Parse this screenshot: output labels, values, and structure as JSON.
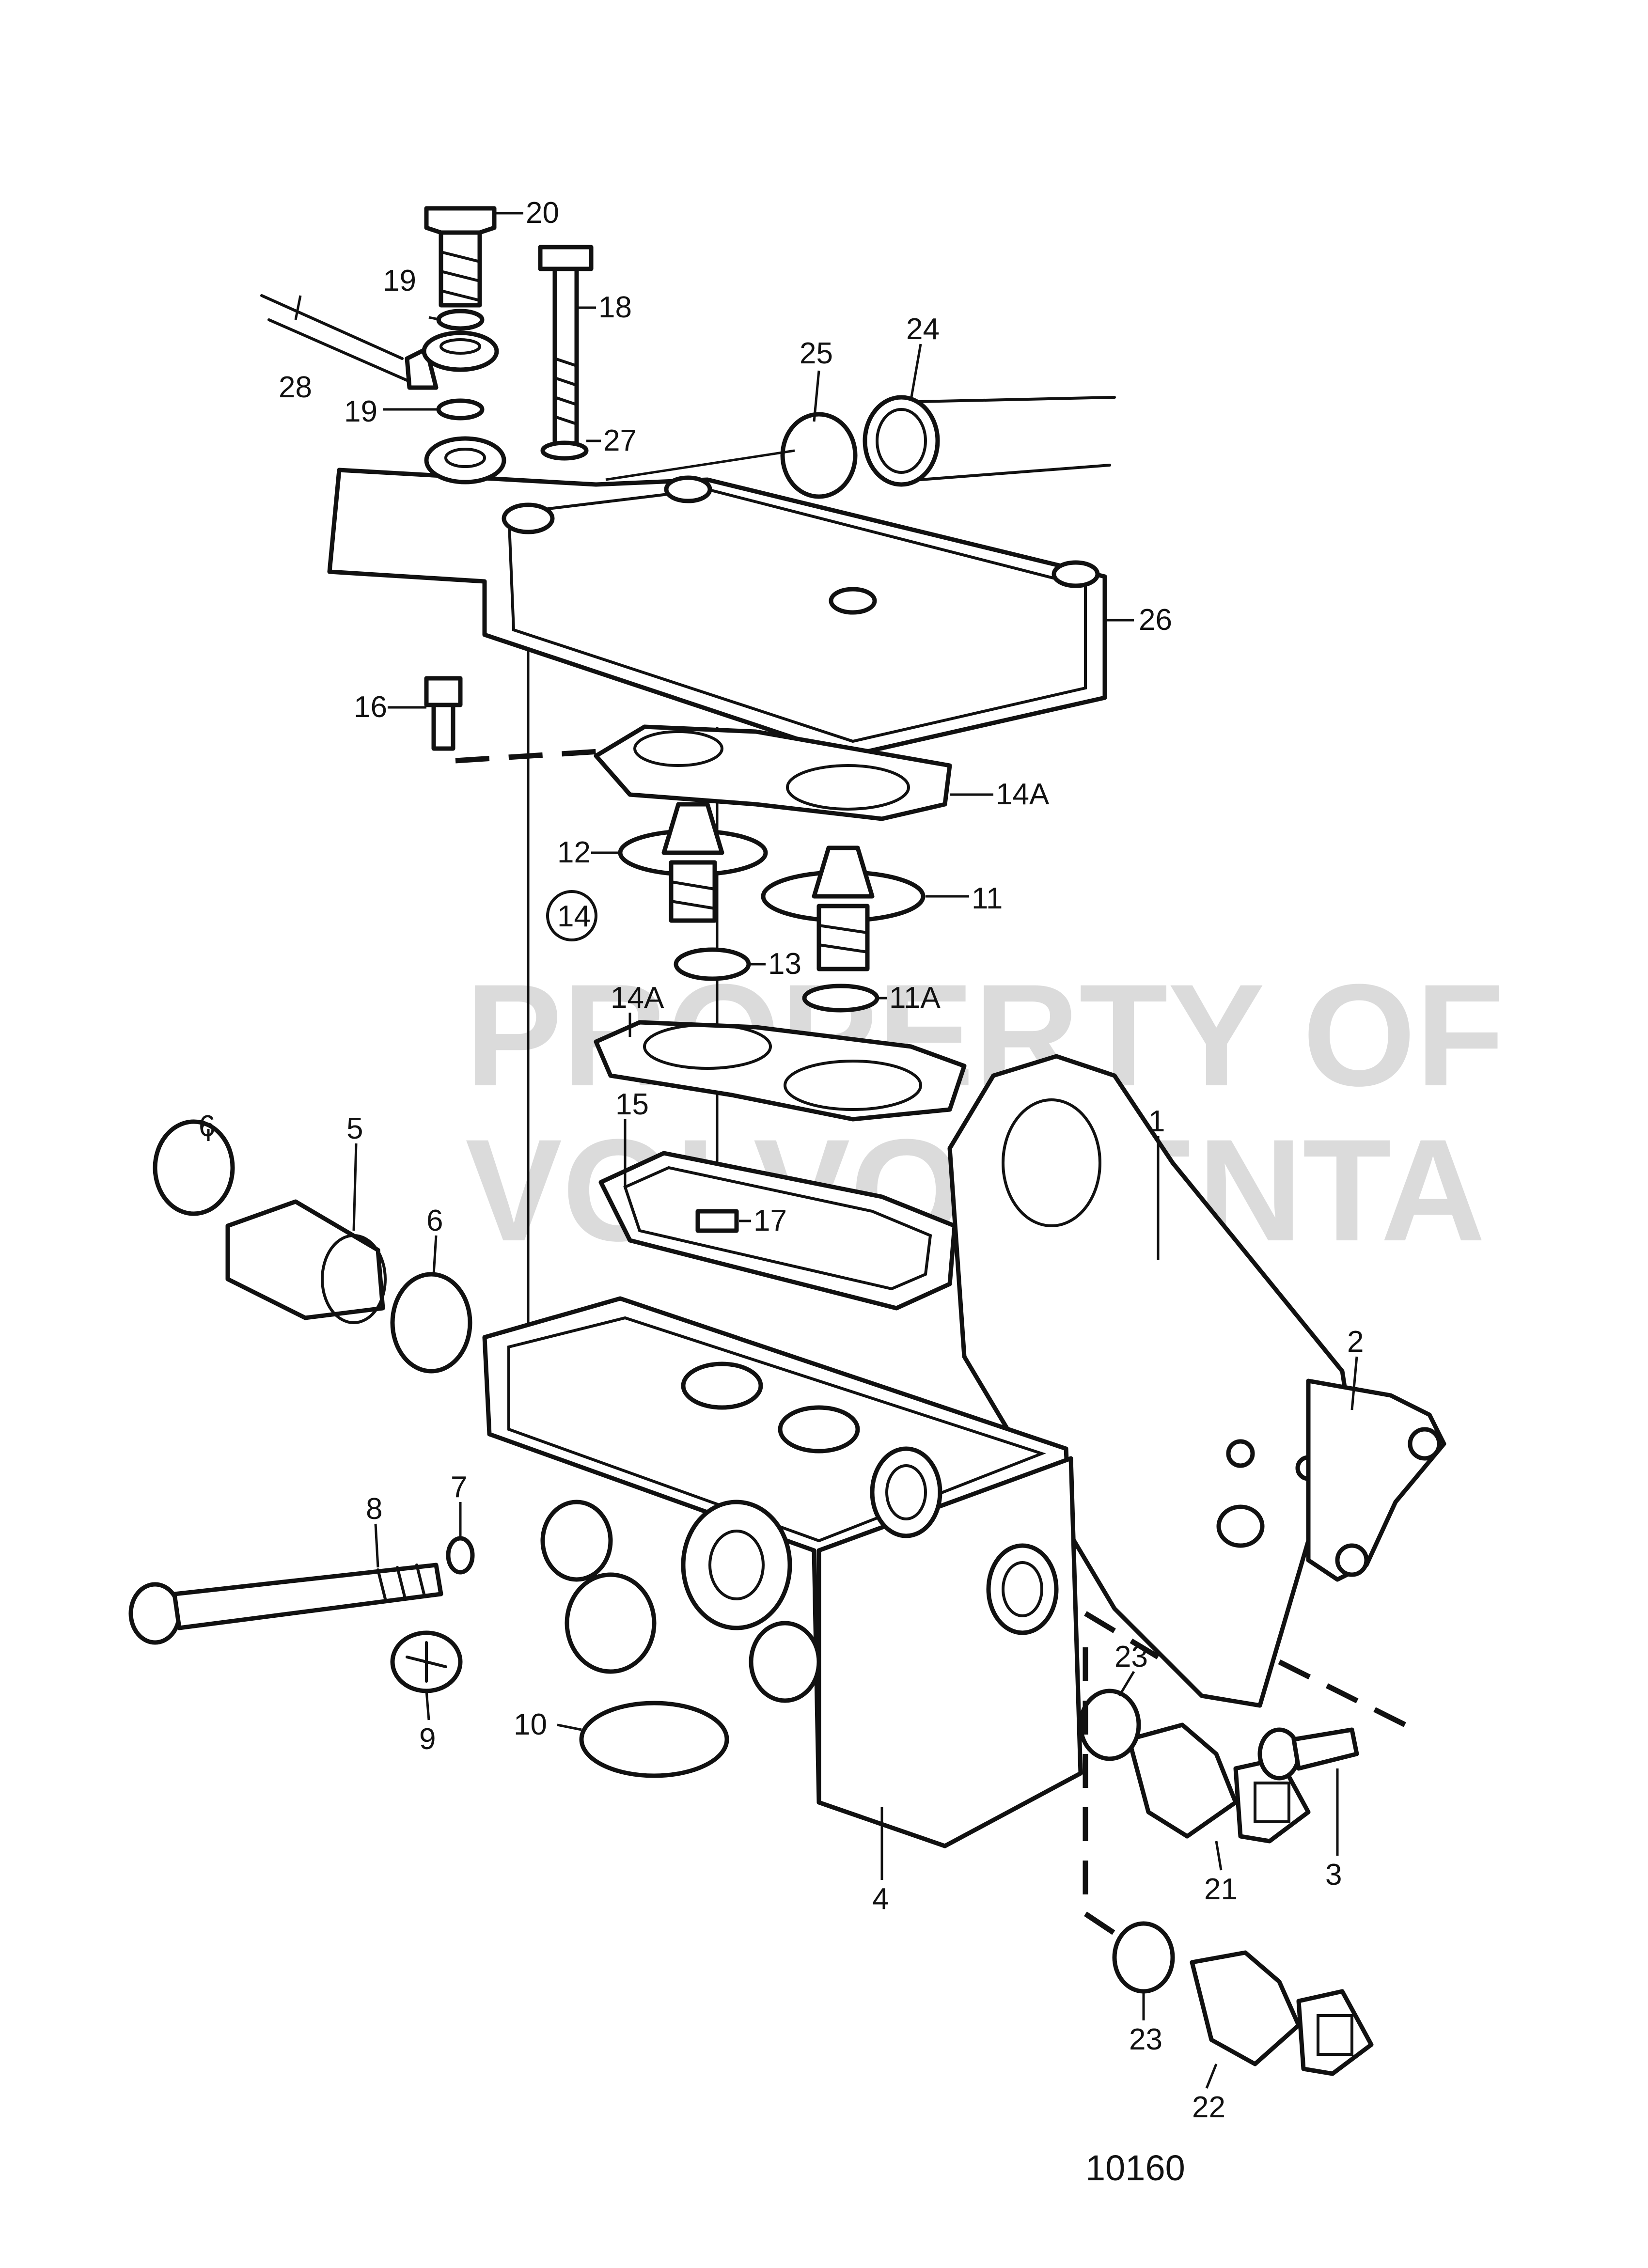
{
  "watermark": {
    "line1": "PROPERTY OF",
    "line2": "VOLVO PENTA"
  },
  "drawing_number": "10160",
  "callouts": {
    "p1": "1",
    "p2": "2",
    "p3": "3",
    "p4": "4",
    "p5": "5",
    "p6a": "6",
    "p6b": "6",
    "p7": "7",
    "p8": "8",
    "p9": "9",
    "p10": "10",
    "p11": "11",
    "p11a": "11A",
    "p12": "12",
    "p13": "13",
    "p14": "14",
    "p14a_top": "14A",
    "p14a_mid": "14A",
    "p15": "15",
    "p16": "16",
    "p17": "17",
    "p18": "18",
    "p19a": "19",
    "p19b": "19",
    "p20": "20",
    "p21": "21",
    "p22": "22",
    "p23a": "23",
    "p23b": "23",
    "p24": "24",
    "p25": "25",
    "p26": "26",
    "p27": "27",
    "p28": "28"
  }
}
